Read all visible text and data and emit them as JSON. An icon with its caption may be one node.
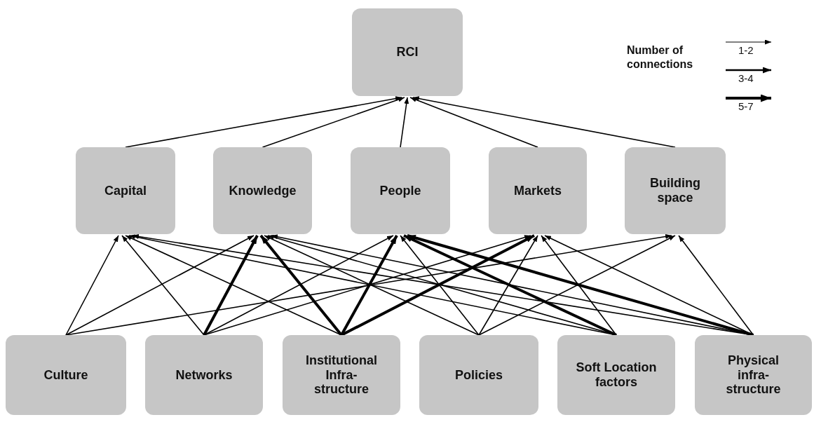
{
  "diagram": {
    "nodes": [
      {
        "text": [
          "RCI"
        ]
      },
      {
        "text": [
          "Capital"
        ]
      },
      {
        "text": [
          "Knowledge"
        ]
      },
      {
        "text": [
          "People"
        ]
      },
      {
        "text": [
          "Markets"
        ]
      },
      {
        "text": [
          "Building space"
        ]
      },
      {
        "text": [
          "Culture"
        ]
      },
      {
        "text": [
          "Networks"
        ]
      },
      {
        "text": [
          "Institutional Infra-structure"
        ]
      },
      {
        "text": [
          "Policies"
        ]
      },
      {
        "text": [
          "Soft Location factors"
        ]
      },
      {
        "text": [
          "Physical infra-structure"
        ]
      }
    ],
    "edges": [
      {
        "from": 1,
        "to": 0,
        "arrow": "to"
      },
      {
        "from": 2,
        "to": 0,
        "arrow": "to"
      },
      {
        "from": 3,
        "to": 0,
        "arrow": "to"
      },
      {
        "from": 4,
        "to": 0,
        "arrow": "to"
      },
      {
        "from": 5,
        "to": 0,
        "arrow": "to"
      },
      {
        "from": 6,
        "to": 1,
        "arrow": "to"
      },
      {
        "from": 6,
        "to": 2,
        "arrow": "to"
      },
      {
        "from": 6,
        "to": 5,
        "arrow": "to"
      },
      {
        "from": 7,
        "to": 1,
        "arrow": "to"
      },
      {
        "from": 7,
        "to": 2,
        "arrow": "to",
        "style": "thick"
      },
      {
        "from": 7,
        "to": 3,
        "arrow": "to"
      },
      {
        "from": 7,
        "to": 4,
        "arrow": "to"
      },
      {
        "from": 8,
        "to": 1,
        "arrow": "to"
      },
      {
        "from": 8,
        "to": 2,
        "arrow": "to",
        "style": "thick"
      },
      {
        "from": 8,
        "to": 3,
        "arrow": "to",
        "style": "thick"
      },
      {
        "from": 8,
        "to": 4,
        "arrow": "to",
        "style": "thick"
      },
      {
        "from": 9,
        "to": 2,
        "arrow": "to"
      },
      {
        "from": 9,
        "to": 3,
        "arrow": "to"
      },
      {
        "from": 9,
        "to": 4,
        "arrow": "to"
      },
      {
        "from": 9,
        "to": 5,
        "arrow": "to"
      },
      {
        "from": 10,
        "to": 1,
        "arrow": "to"
      },
      {
        "from": 10,
        "to": 2,
        "arrow": "to"
      },
      {
        "from": 10,
        "to": 3,
        "arrow": "to",
        "style": "thick"
      },
      {
        "from": 10,
        "to": 4,
        "arrow": "to"
      },
      {
        "from": 11,
        "to": 1,
        "arrow": "to"
      },
      {
        "from": 11,
        "to": 2,
        "arrow": "to"
      },
      {
        "from": 11,
        "to": 3,
        "arrow": "to",
        "style": "thick"
      },
      {
        "from": 11,
        "to": 4,
        "arrow": "to"
      },
      {
        "from": 11,
        "to": 5,
        "arrow": "to"
      }
    ],
    "labels": [
      "Number of connections"
    ],
    "legend": [
      {
        "text": "1-2"
      },
      {
        "text": "3-4"
      },
      {
        "text": "5-7"
      }
    ]
  }
}
